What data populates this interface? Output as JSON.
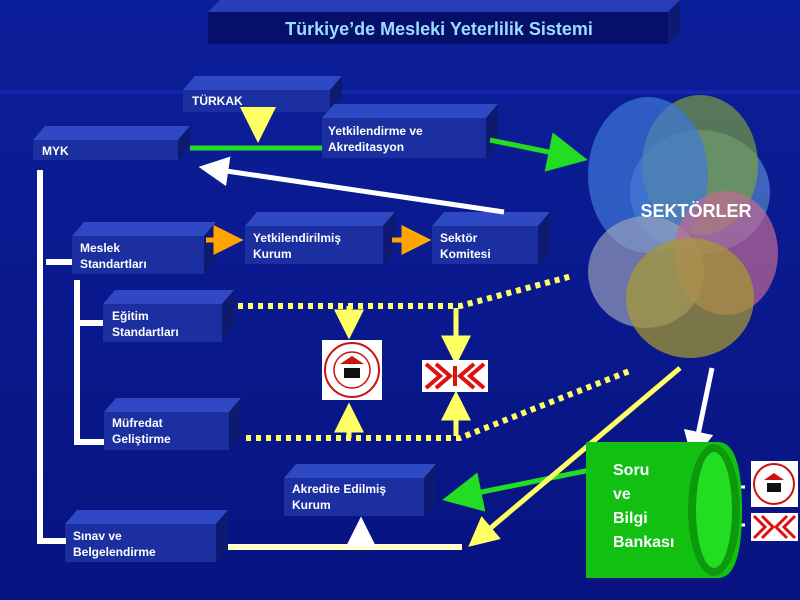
{
  "title": "Türkiye’de Mesleki Yeterlilik Sistemi",
  "nodes": {
    "turkak": "TÜRKAK",
    "myk": "MYK",
    "yetkilendirme": "Yetkilendirme ve\nAkreditasyon",
    "meslek": "Meslek\nStandartları",
    "yetkili_kurum": "Yetkilendirilmiş\nKurum",
    "sektor_komitesi": "Sektör\nKomitesi",
    "egitim": "Eğitim\nStandartları",
    "mufredat": "Müfredat\nGeliştirme",
    "akredite": "Akredite Edilmiş\nKurum",
    "sinav": "Sınav ve\nBelgelendirme",
    "sektorler": "SEKTÖRLER",
    "soru_bankasi": "Soru\nve\nBilgi\nBankası"
  },
  "logos": {
    "meb": "meb-emblem-icon",
    "yok": "yok-emblem-icon"
  },
  "colors": {
    "background": "#0a1a8e",
    "box": "#1b2fa0",
    "title_text": "#9cdcff",
    "arrow_green": "#22dd22",
    "arrow_yellow": "#ffff66",
    "arrow_white": "#ffffff",
    "arrow_orange": "#ffa500",
    "bank_green": "#11c011"
  }
}
